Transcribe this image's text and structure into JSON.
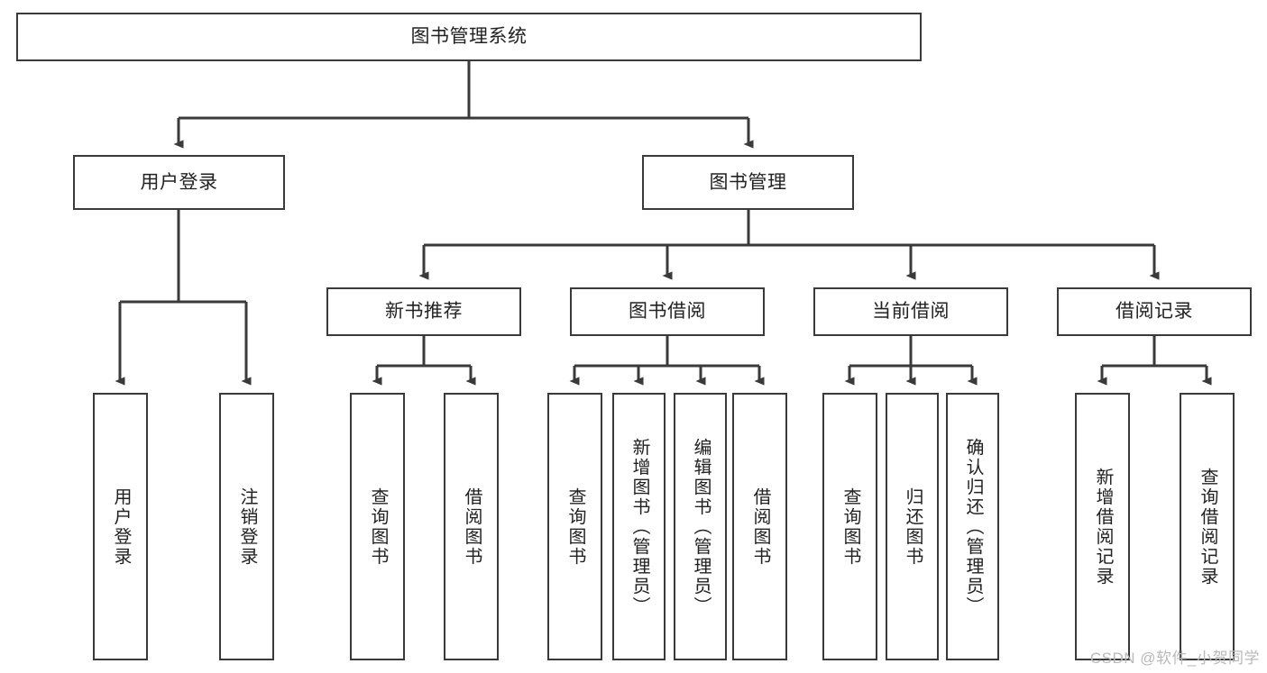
{
  "diagram": {
    "type": "tree",
    "title": "图书管理系统",
    "watermark": "CSDN @软件_小贺同学",
    "colors": {
      "stroke": "#3a3a3a",
      "fill": "#ffffff",
      "text": "#222222",
      "watermark": "#b9b9b9"
    },
    "nodes": {
      "root": {
        "label": "图书管理系统"
      },
      "level2": [
        {
          "label": "用户登录"
        },
        {
          "label": "图书管理"
        }
      ],
      "level3": [
        {
          "label": "新书推荐"
        },
        {
          "label": "图书借阅"
        },
        {
          "label": "当前借阅"
        },
        {
          "label": "借阅记录"
        }
      ],
      "leaves": {
        "user_login": [
          {
            "label": "用户登录"
          },
          {
            "label": "注销登录"
          }
        ],
        "new_book_recommend": [
          {
            "label": "查询图书"
          },
          {
            "label": "借阅图书"
          }
        ],
        "book_borrow": [
          {
            "label": "查询图书"
          },
          {
            "label": "新增图书（管理员）"
          },
          {
            "label": "编辑图书（管理员）"
          },
          {
            "label": "借阅图书"
          }
        ],
        "current_borrow": [
          {
            "label": "查询图书"
          },
          {
            "label": "归还图书"
          },
          {
            "label": "确认归还（管理员）"
          }
        ],
        "borrow_record": [
          {
            "label": "新增借阅记录"
          },
          {
            "label": "查询借阅记录"
          }
        ]
      }
    }
  }
}
